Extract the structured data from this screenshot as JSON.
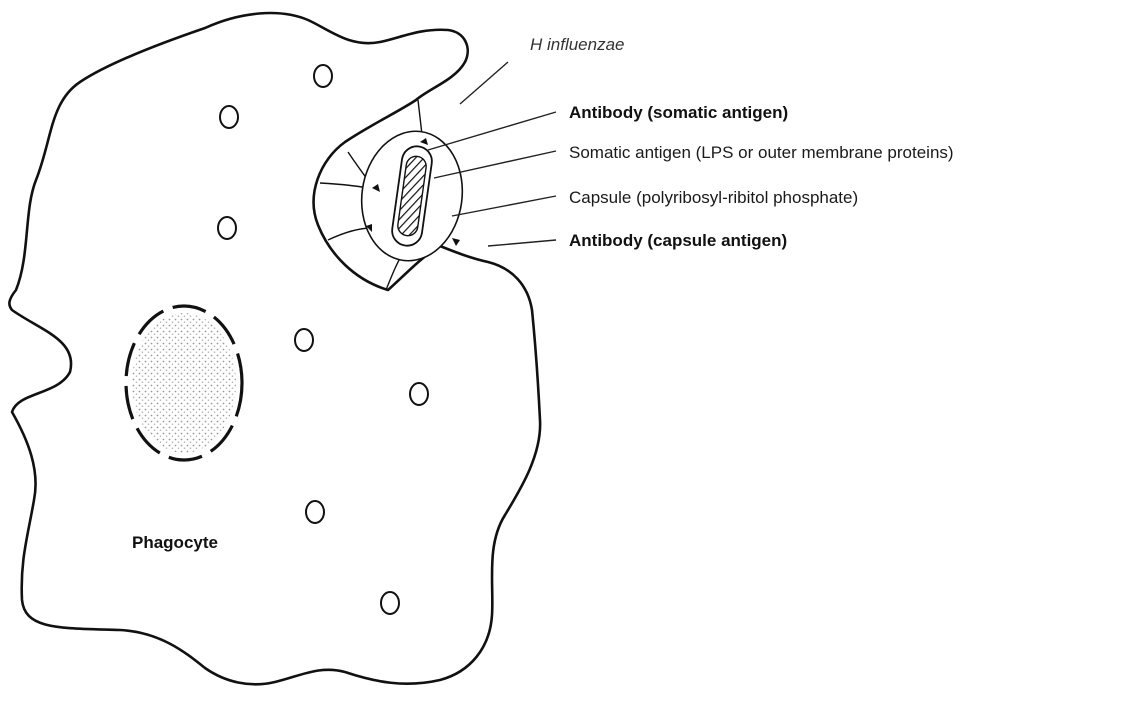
{
  "labels": {
    "organism": "H influenzae",
    "antibody_somatic": "Antibody (somatic antigen)",
    "somatic_antigen": "Somatic antigen (LPS or outer membrane proteins)",
    "capsule": "Capsule (polyribosyl-ribitol phosphate)",
    "antibody_capsule": "Antibody (capsule antigen)",
    "cell": "Phagocyte"
  },
  "colors": {
    "line": "#111111",
    "nucleus_stipple": "#bdbdbd",
    "background": "#ffffff"
  }
}
